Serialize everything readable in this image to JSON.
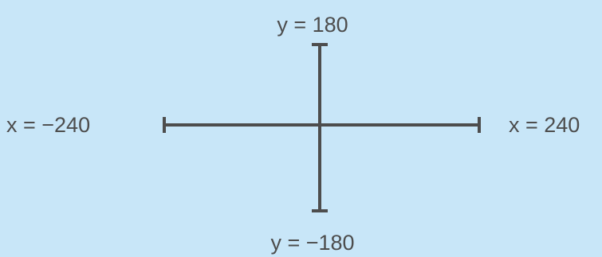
{
  "labels": {
    "y_max": "y = 180",
    "y_min": "y = −180",
    "x_min": "x = −240",
    "x_max": "x = 240"
  },
  "colors": {
    "background": "#c8e6f8",
    "axis_line": "#4d4d4d",
    "label_text": "#4d4d4d"
  }
}
